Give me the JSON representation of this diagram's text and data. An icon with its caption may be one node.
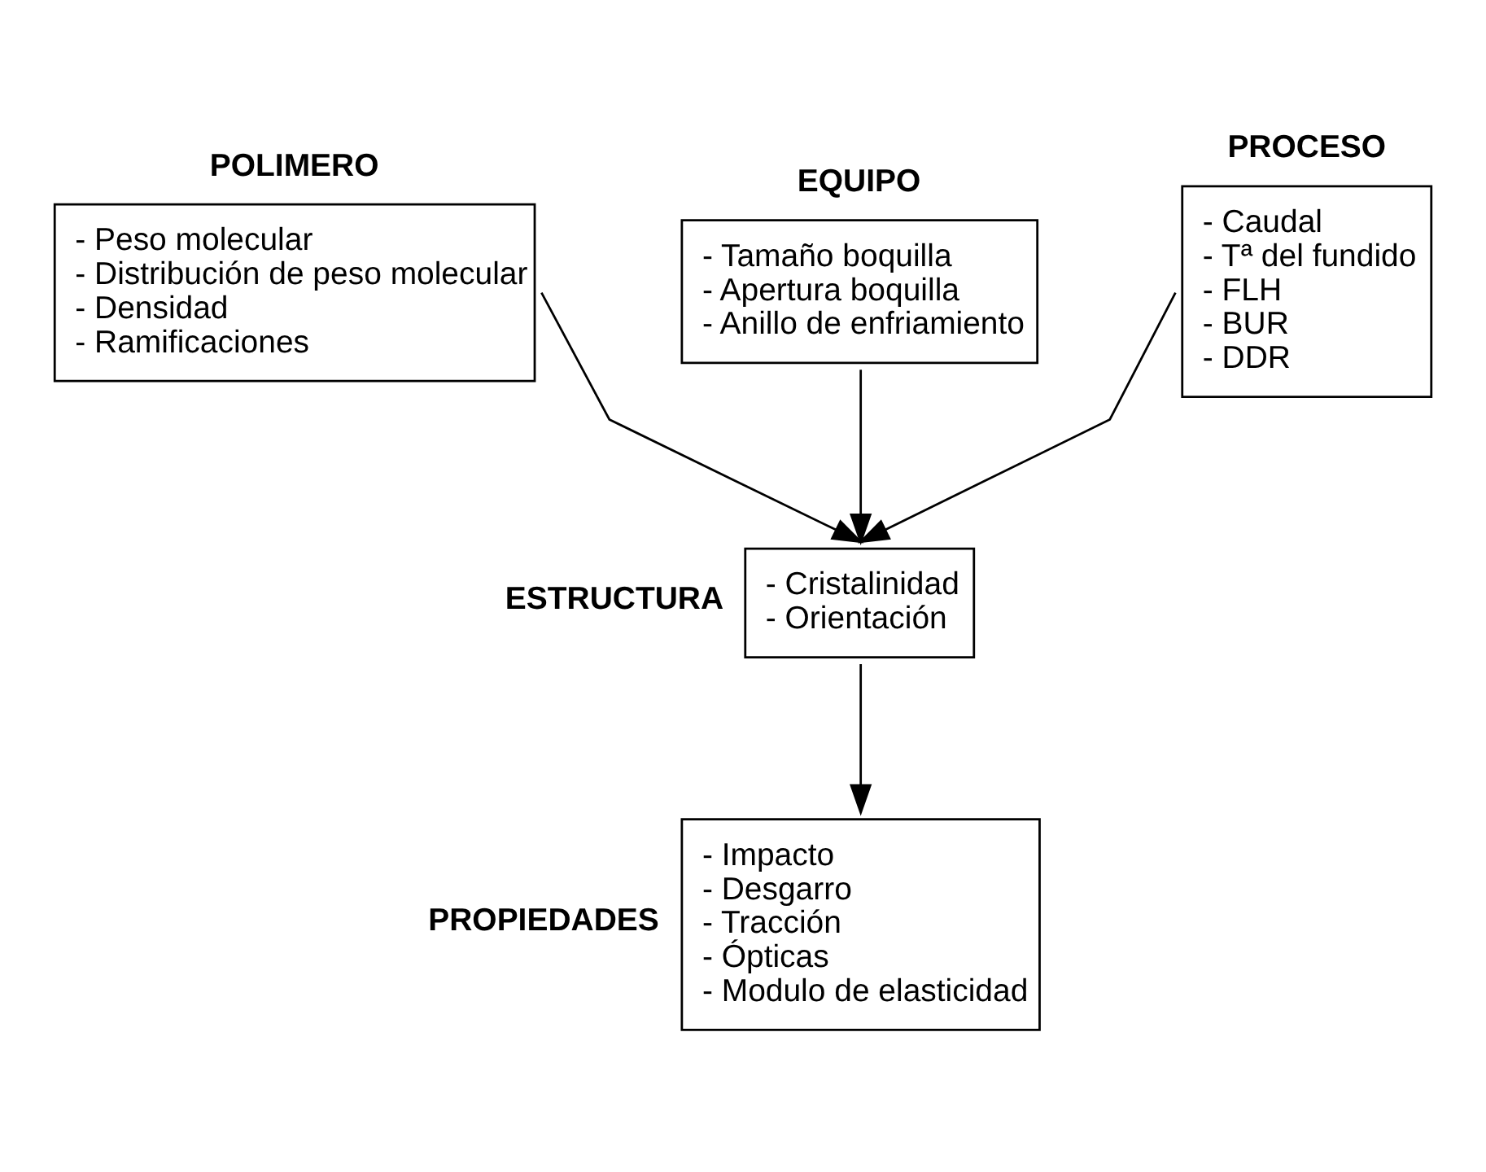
{
  "diagram": {
    "nodes": [
      {
        "text": [
          "POLIMERO",
          "- Peso molecular",
          "- Distribución de peso molecular",
          "- Densidad",
          "- Ramificaciones"
        ]
      },
      {
        "text": [
          "EQUIPO",
          "- Tamaño boquilla",
          "- Apertura boquilla",
          "- Anillo de enfriamiento"
        ]
      },
      {
        "text": [
          "PROCESO",
          "- Caudal",
          "- Tª del fundido",
          "- FLH",
          "- BUR",
          "- DDR"
        ]
      },
      {
        "text": [
          "ESTRUCTURA",
          "- Cristalinidad",
          "- Orientación"
        ]
      },
      {
        "text": [
          "PROPIEDADES",
          "- Impacto",
          "- Desgarro",
          "- Tracción",
          "- Ópticas",
          "- Modulo de elasticidad"
        ]
      }
    ],
    "edges": [
      {
        "from": 0,
        "to": 3,
        "arrow": "to"
      },
      {
        "from": 1,
        "to": 3,
        "arrow": "to"
      },
      {
        "from": 2,
        "to": 3,
        "arrow": "to"
      },
      {
        "from": 3,
        "to": 4,
        "arrow": "to"
      }
    ]
  }
}
